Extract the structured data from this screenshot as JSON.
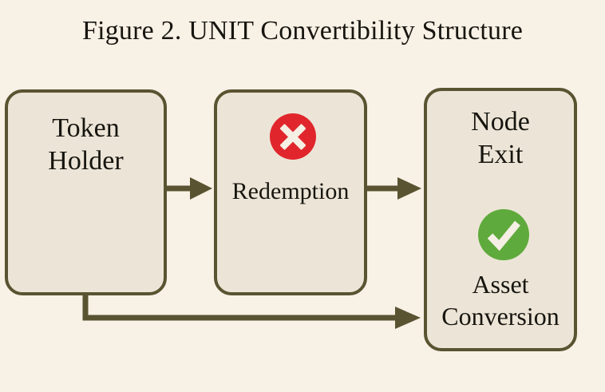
{
  "figure": {
    "title": "Figure 2. UNIT Convertibility Structure",
    "background_color": "#f8f1e6",
    "box_fill_color": "#ece5d7",
    "box_border_color": "#5a5331",
    "connector_color": "#5a5331",
    "text_color": "#17150f"
  },
  "nodes": {
    "token_holder": {
      "label": "Token\nHolder"
    },
    "redemption": {
      "label": "Redemption",
      "icon": "circle-x-icon",
      "icon_color": "#e0262c",
      "icon_mark_color": "#f5efe4",
      "status": "denied"
    },
    "node_exit": {
      "label": "Node\nExit",
      "secondary_label": "Asset\nConversion",
      "icon": "circle-check-icon",
      "icon_color": "#5faa3c",
      "icon_mark_color": "#f5efe4",
      "status": "allowed"
    }
  },
  "connectors": [
    {
      "name": "token-holder-to-redemption",
      "from": "token_holder",
      "to": "redemption",
      "style": "straight-arrow"
    },
    {
      "name": "redemption-to-node-exit",
      "from": "redemption",
      "to": "node_exit",
      "style": "straight-arrow"
    },
    {
      "name": "token-holder-to-node-exit",
      "from": "token_holder",
      "to": "node_exit",
      "style": "elbow-arrow"
    }
  ]
}
